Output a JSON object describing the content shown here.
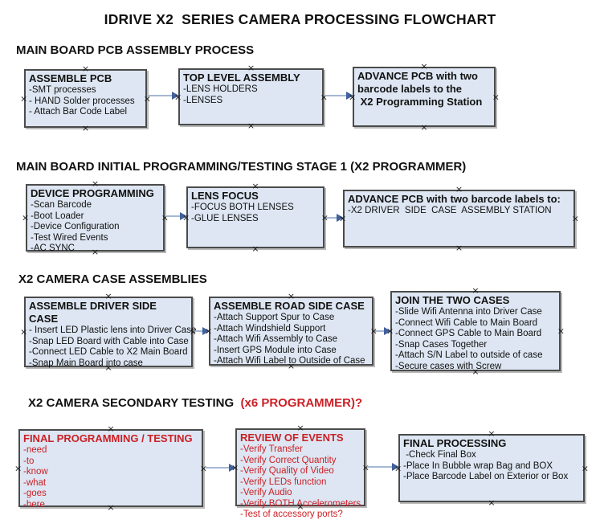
{
  "title": "IDRIVE X2  SERIES CAMERA PROCESSING FLOWCHART",
  "icons": {
    "connector_handle": "×"
  },
  "colors": {
    "box_fill": "#dde6f2",
    "box_border": "#4b4b4b",
    "red_text": "#cc2026",
    "arrow_line": "#a5b8d4",
    "arrow_head": "#41609c"
  },
  "sections": [
    {
      "heading": "MAIN BOARD PCB ASSEMBLY PROCESS",
      "boxes": [
        {
          "title": "ASSEMBLE PCB",
          "items": [
            "-SMT processes",
            "- HAND Solder processes",
            "- Attach Bar Code Label"
          ]
        },
        {
          "title": "TOP LEVEL ASSEMBLY",
          "items": [
            "-LENS HOLDERS",
            "-LENSES"
          ]
        },
        {
          "title": "ADVANCE PCB with two\nbarcode labels to the\n X2 Programming Station",
          "items": []
        }
      ]
    },
    {
      "heading": "MAIN BOARD INITIAL PROGRAMMING/TESTING STAGE 1 (X2 PROGRAMMER)",
      "boxes": [
        {
          "title": "DEVICE PROGRAMMING",
          "items": [
            "-Scan Barcode",
            "-Boot Loader",
            "-Device Configuration",
            "-Test Wired Events",
            "-AC SYNC"
          ]
        },
        {
          "title": "LENS FOCUS",
          "items": [
            "-FOCUS BOTH LENSES",
            "-GLUE LENSES"
          ]
        },
        {
          "title": "ADVANCE PCB with two barcode labels to:",
          "items": [
            "-X2 DRIVER  SIDE  CASE  ASSEMBLY STATION"
          ]
        }
      ]
    },
    {
      "heading": "X2 CAMERA CASE ASSEMBLIES",
      "boxes": [
        {
          "title": "ASSEMBLE DRIVER SIDE CASE",
          "items": [
            "- Insert LED Plastic lens into Driver Case",
            "-Snap LED Board with Cable into Case",
            "-Connect LED Cable to X2 Main Board",
            "-Snap Main Board into case"
          ]
        },
        {
          "title": "ASSEMBLE ROAD SIDE CASE",
          "items": [
            "-Attach Support Spur to Case",
            "-Attach Windshield Support",
            "-Attach Wifi Assembly to Case",
            "-Insert GPS Module into Case",
            "-Attach Wifi Label to Outside of Case"
          ]
        },
        {
          "title": "JOIN THE TWO CASES",
          "items": [
            "-Slide Wifi Antenna into Driver Case",
            "-Connect Wifi Cable to Main Board",
            "-Connect GPS Cable to Main Board",
            "-Snap Cases Together",
            "-Attach S/N Label to outside of case",
            "-Secure cases with Screw"
          ]
        }
      ]
    },
    {
      "heading_black": "X2 CAMERA SECONDARY TESTING ",
      "heading_red": " (x6 PROGRAMMER)?",
      "boxes": [
        {
          "title": "FINAL PROGRAMMING / TESTING",
          "items": [
            "-need",
            "-to",
            "-know",
            "-what",
            "-goes",
            "-here"
          ]
        },
        {
          "title": "REVIEW OF EVENTS",
          "items": [
            "-Verify Transfer",
            "-Verify Correct Quantity",
            "-Verify Quality of Video",
            "-Verify LEDs function",
            "-Verify Audio",
            "-Verify BOTH Accelerometers",
            "-Test of accessory ports?"
          ]
        },
        {
          "title": "FINAL PROCESSING",
          "items": [
            " -Check Final Box",
            "-Place In Bubble wrap Bag and BOX",
            "-Place Barcode Label on Exterior or Box"
          ]
        }
      ]
    }
  ]
}
